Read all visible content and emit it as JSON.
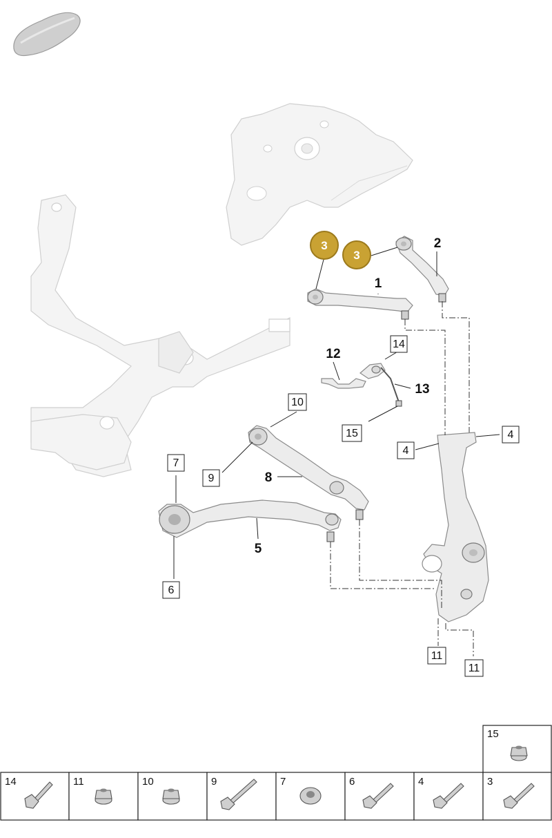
{
  "callouts": {
    "p1": "1",
    "p2": "2",
    "p3a": "3",
    "p3b": "3",
    "p4a": "4",
    "p4b": "4",
    "p5": "5",
    "p6": "6",
    "p7": "7",
    "p8": "8",
    "p9": "9",
    "p10": "10",
    "p11a": "11",
    "p11b": "11",
    "p12": "12",
    "p13": "13",
    "p14": "14",
    "p15": "15"
  },
  "highlight_color": "#c9a233",
  "hardware_strip": [
    {
      "number": "15",
      "icon": "flange-nut-icon"
    },
    {
      "number": "14",
      "icon": "bolt-icon"
    },
    {
      "number": "11",
      "icon": "nut-icon"
    },
    {
      "number": "10",
      "icon": "nut-icon"
    },
    {
      "number": "9",
      "icon": "long-bolt-icon"
    },
    {
      "number": "7",
      "icon": "washer-icon"
    },
    {
      "number": "6",
      "icon": "bolt-icon"
    },
    {
      "number": "4",
      "icon": "bolt-icon"
    },
    {
      "number": "3",
      "icon": "bolt-icon"
    }
  ]
}
